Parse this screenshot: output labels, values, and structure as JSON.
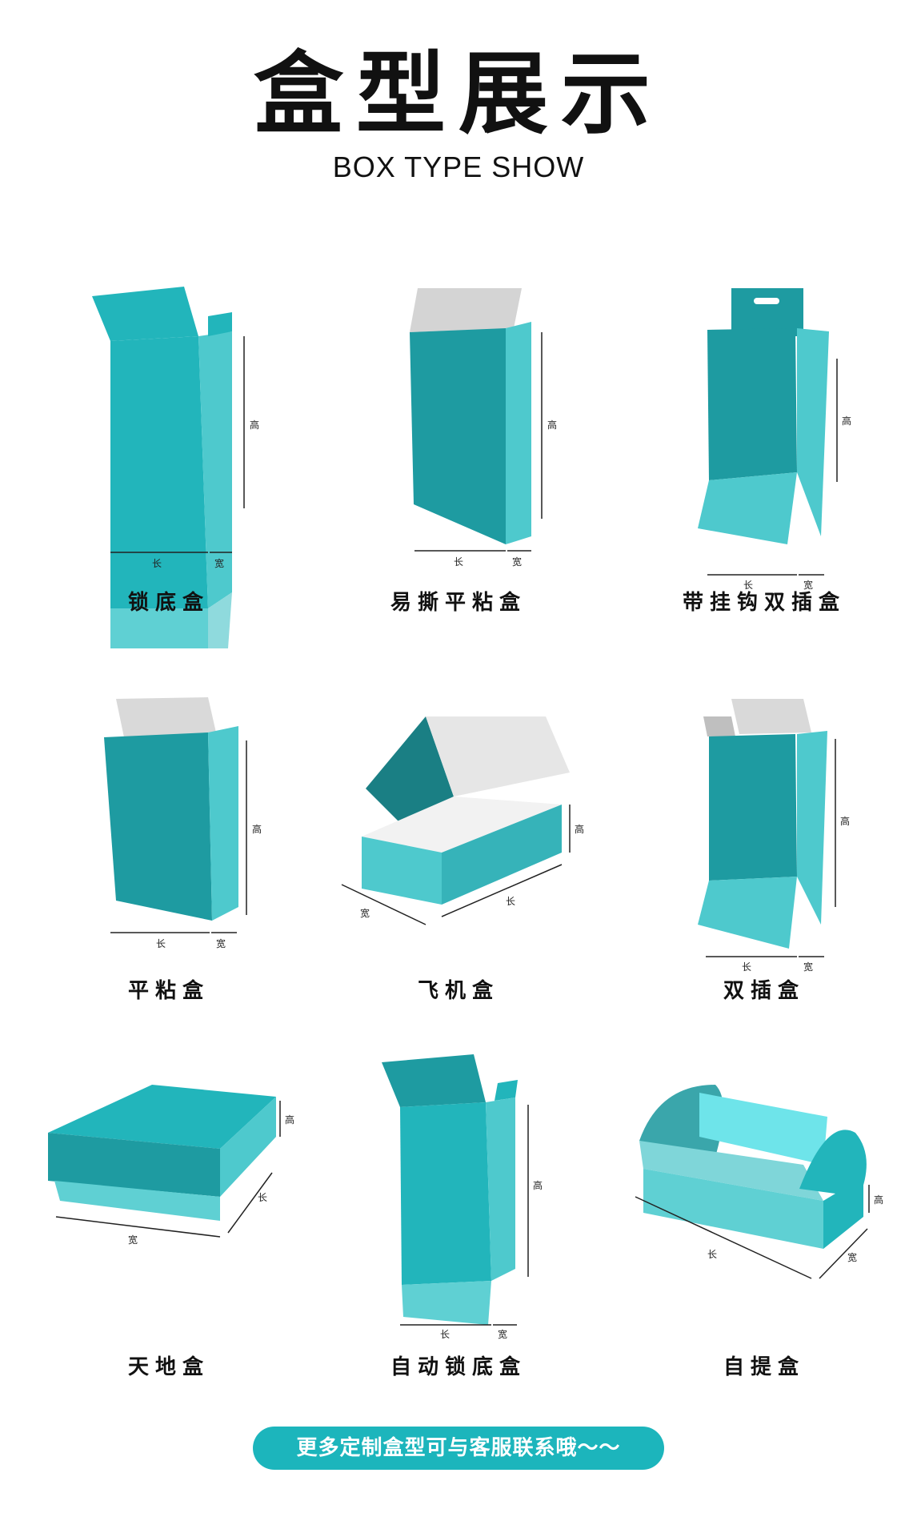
{
  "header": {
    "title_cn": "盒型展示",
    "title_en": "BOX TYPE SHOW"
  },
  "dims": {
    "length": "长",
    "width": "宽",
    "height": "高"
  },
  "boxes": [
    {
      "label": "锁底盒"
    },
    {
      "label": "易撕平粘盒"
    },
    {
      "label": "带挂钩双插盒"
    },
    {
      "label": "平粘盒"
    },
    {
      "label": "飞机盒"
    },
    {
      "label": "双插盒"
    },
    {
      "label": "天地盒"
    },
    {
      "label": "自动锁底盒"
    },
    {
      "label": "自提盒"
    }
  ],
  "footer": {
    "banner": "更多定制盒型可与客服联系哦～～"
  },
  "colors": {
    "teal_dark": "#1e9ba1",
    "teal": "#22b5bb",
    "teal_light": "#4ec9cd",
    "teal_pale": "#8fdadd",
    "grey_flap": "#d9d9d9",
    "banner": "#1cb5bc"
  }
}
